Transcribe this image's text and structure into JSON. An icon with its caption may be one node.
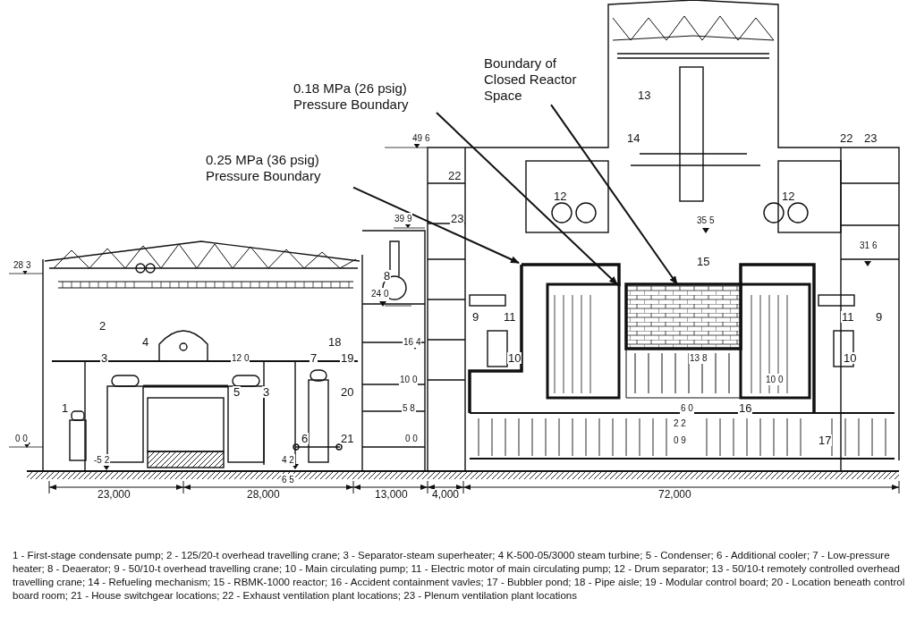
{
  "diagram": {
    "caption": "1 - First-stage condensate pump; 2 - 125/20-t overhead travelling crane; 3 - Separator-steam superheater; 4 K-500-05/3000 steam turbine; 5 - Condenser; 6 - Additional cooler; 7 - Low-pressure heater; 8 - Deaerator; 9 - 50/10-t overhead travelling crane; 10 - Main circulating pump; 11 - Electric motor of main circulating pump; 12 - Drum separator; 13 - 50/10-t remotely controlled overhead travelling crane; 14 - Refueling mechanism; 15 - RBMK-1000 reactor; 16 - Accident containment vavles; 17 - Bubbler pond; 18 - Pipe aisle; 19 - Modular control board; 20 - Location beneath control board room; 21 - House switchgear locations; 22 - Exhaust ventilation plant locations; 23 - Plenum ventilation plant locations",
    "nodes": [
      {
        "text": [
          "Boundary of Closed Reactor Space"
        ]
      },
      {
        "text": [
          "0.18 MPa (26 psig) Pressure Boundary"
        ]
      },
      {
        "text": [
          "0.25 MPa (36 psig) Pressure Boundary"
        ]
      }
    ],
    "edges": [
      {
        "from": 0,
        "to": null,
        "arrow": "to"
      },
      {
        "from": 1,
        "to": null,
        "arrow": "to"
      },
      {
        "from": 2,
        "to": null,
        "arrow": "to"
      }
    ],
    "labels": [
      "13",
      "49 6",
      "14",
      "22",
      "23",
      "22",
      "12",
      "12",
      "39 9",
      "23",
      "35 5",
      "31 6",
      "28 3",
      "15",
      "8",
      "24 0",
      "9",
      "11",
      "11",
      "9",
      "2",
      "4",
      "18",
      "16 4",
      "3",
      "12 0",
      "7",
      "19",
      "10",
      "13 8",
      "10",
      "10 0",
      "10 0",
      "5",
      "3",
      "20",
      "1",
      "5 8",
      "6 0",
      "16",
      "2 2",
      "0 0",
      "6",
      "21",
      "0 0",
      "0 9",
      "17",
      "-5 2",
      "4 2",
      "6 5",
      "23,000",
      "28,000",
      "13,000",
      "4,000",
      "72,000"
    ]
  }
}
